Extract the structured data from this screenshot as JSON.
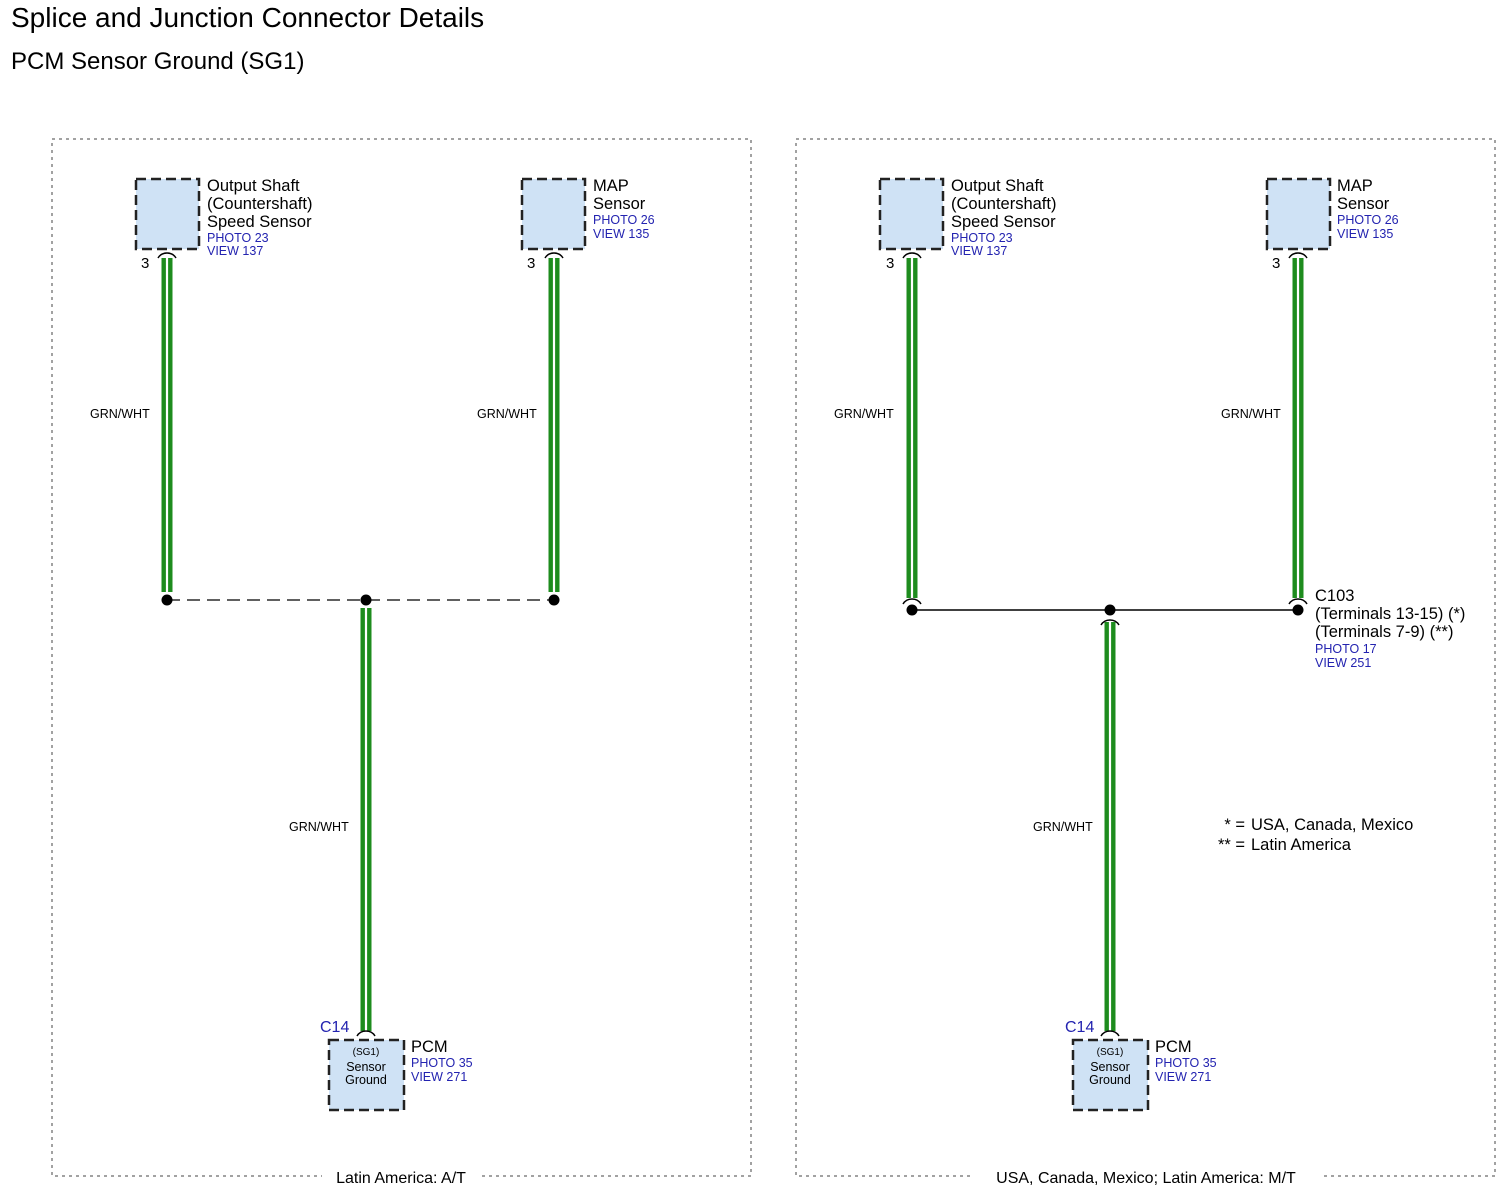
{
  "page": {
    "title": "Splice and Junction Connector Details",
    "subtitle": "PCM Sensor Ground (SG1)"
  },
  "colors": {
    "wire": "#1e8c1e",
    "component_fill": "#cfe2f5",
    "reference_text": "#2323b0"
  },
  "left_panel": {
    "caption": "Latin America: A/T",
    "oss": {
      "line1": "Output Shaft",
      "line2": "(Countershaft)",
      "line3": "Speed Sensor",
      "photo": "PHOTO 23",
      "view": "VIEW 137",
      "pin": "3"
    },
    "map": {
      "line1": "MAP",
      "line2": "Sensor",
      "photo": "PHOTO 26",
      "view": "VIEW 135",
      "pin": "3"
    },
    "wire_oss": "GRN/WHT",
    "wire_map": "GRN/WHT",
    "wire_pcm": "GRN/WHT",
    "pcm": {
      "connector": "C14",
      "name": "PCM",
      "photo": "PHOTO 35",
      "view": "VIEW 271",
      "box_top": "(SG1)",
      "box_line1": "Sensor",
      "box_line2": "Ground"
    }
  },
  "right_panel": {
    "caption": "USA, Canada, Mexico; Latin America: M/T",
    "oss": {
      "line1": "Output Shaft",
      "line2": "(Countershaft)",
      "line3": "Speed Sensor",
      "photo": "PHOTO 23",
      "view": "VIEW 137",
      "pin": "3"
    },
    "map": {
      "line1": "MAP",
      "line2": "Sensor",
      "photo": "PHOTO 26",
      "view": "VIEW 135",
      "pin": "3"
    },
    "wire_oss": "GRN/WHT",
    "wire_map": "GRN/WHT",
    "wire_pcm": "GRN/WHT",
    "c103": {
      "name": "C103",
      "terminals1": "(Terminals 13-15) (*)",
      "terminals2": "(Terminals 7-9) (**)",
      "photo": "PHOTO 17",
      "view": "VIEW 251"
    },
    "legend": [
      {
        "symbol": "* =",
        "text": "USA, Canada, Mexico"
      },
      {
        "symbol": "** =",
        "text": "Latin America"
      }
    ],
    "pcm": {
      "connector": "C14",
      "name": "PCM",
      "photo": "PHOTO 35",
      "view": "VIEW 271",
      "box_top": "(SG1)",
      "box_line1": "Sensor",
      "box_line2": "Ground"
    }
  }
}
